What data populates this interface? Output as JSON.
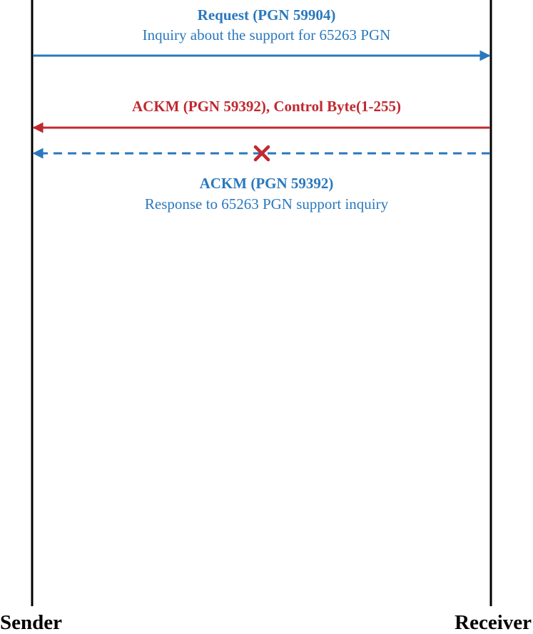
{
  "colors": {
    "lifeline": "#000000",
    "request": "#2a78bd",
    "ackm_control": "#c0282f",
    "ackm_response": "#2a78bd",
    "failure_mark": "#c0282f"
  },
  "participants": {
    "sender": "Sender",
    "receiver": "Receiver"
  },
  "messages": {
    "request": {
      "title": "Request (PGN 59904)",
      "description": "Inquiry about the support for 65263 PGN"
    },
    "ackm_control": {
      "title": "ACKM (PGN 59392), Control Byte(1-255)"
    },
    "ackm_response": {
      "title": "ACKM (PGN 59392)",
      "description": "Response to 65263 PGN support inquiry"
    }
  }
}
